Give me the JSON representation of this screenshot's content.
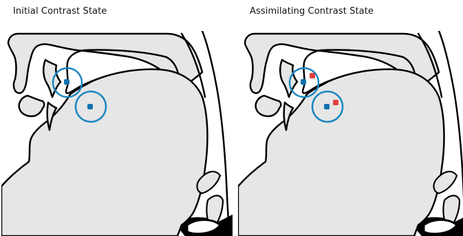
{
  "panels": [
    {
      "title": "Initial Contrast State",
      "shifted_targets": false
    },
    {
      "title": "Assimilating Contrast State",
      "shifted_targets": true
    }
  ],
  "colors": {
    "tissue_fill": "#e6e6e6",
    "outline": "#000000",
    "region_circle": "#1b87c0",
    "target_dot": "#1272ad",
    "assimilated_dot": "#e0413e"
  },
  "markers": [
    "target-dot",
    "assimilated-dot",
    "region-circle"
  ]
}
